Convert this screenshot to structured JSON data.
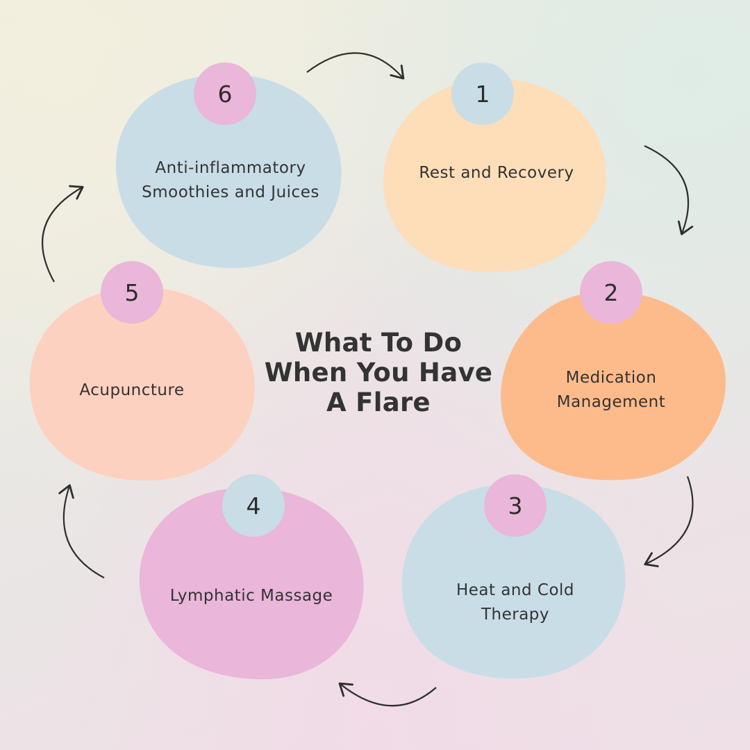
{
  "title_lines": [
    "What To Do",
    "When You Have",
    "A Flare"
  ],
  "steps": [
    {
      "number": "1",
      "lines": [
        "Rest and Recovery"
      ],
      "blob_color": "#fddeb9",
      "badge_color": "#c8dde6"
    },
    {
      "number": "2",
      "lines": [
        "Medication",
        "Management"
      ],
      "blob_color": "#fdbb8c",
      "badge_color": "#eab6d9"
    },
    {
      "number": "3",
      "lines": [
        "Heat and Cold",
        "Therapy"
      ],
      "blob_color": "#c9dde7",
      "badge_color": "#eab6d9"
    },
    {
      "number": "4",
      "lines": [
        "Lymphatic Massage"
      ],
      "blob_color": "#eab6d9",
      "badge_color": "#c8dde6"
    },
    {
      "number": "5",
      "lines": [
        "Acupuncture"
      ],
      "blob_color": "#fdd1bf",
      "badge_color": "#eab6d9"
    },
    {
      "number": "6",
      "lines": [
        "Anti-inflammatory",
        "Smoothies and Juices"
      ],
      "blob_color": "#c9dde7",
      "badge_color": "#eab6d9"
    }
  ],
  "arrow_color": "#2f2f2f"
}
